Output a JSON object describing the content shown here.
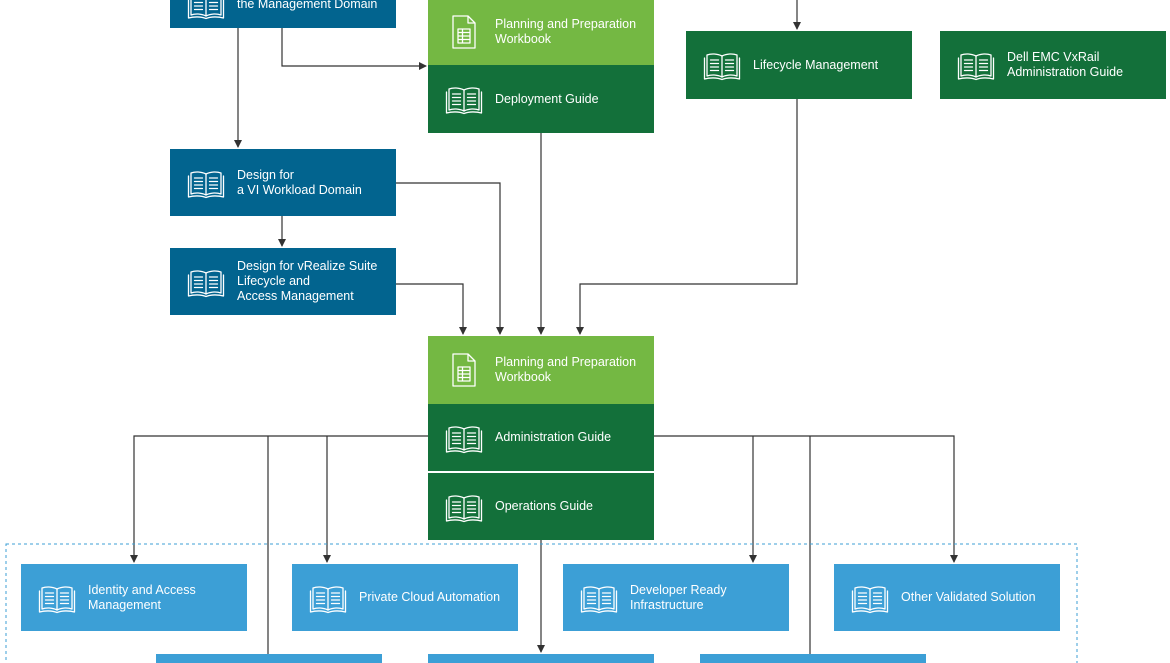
{
  "nodes": {
    "design_management_domain": {
      "label": "the Management Domain",
      "icon": "book-icon",
      "color": "#02648f"
    },
    "planning_workbook_top": {
      "label": "Planning and Preparation\nWorkbook",
      "icon": "workbook-icon",
      "color": "#74b843"
    },
    "deployment_guide": {
      "label": "Deployment Guide",
      "icon": "book-icon",
      "color": "#13703a"
    },
    "lifecycle_management": {
      "label": "Lifecycle Management",
      "icon": "book-icon",
      "color": "#13703a"
    },
    "vxrail_admin_guide": {
      "label": "Dell EMC VxRail\nAdministration Guide",
      "icon": "book-icon",
      "color": "#13703a"
    },
    "design_vi_workload": {
      "label": "Design for\na VI Workload Domain",
      "icon": "book-icon",
      "color": "#02648f"
    },
    "design_vrealize": {
      "label": "Design for vRealize Suite\nLifecycle and\nAccess Management",
      "icon": "book-icon",
      "color": "#02648f"
    },
    "planning_workbook_mid": {
      "label": "Planning and Preparation\nWorkbook",
      "icon": "workbook-icon",
      "color": "#74b843"
    },
    "administration_guide": {
      "label": "Administration Guide",
      "icon": "book-icon",
      "color": "#13703a"
    },
    "operations_guide": {
      "label": "Operations Guide",
      "icon": "book-icon",
      "color": "#13703a"
    },
    "identity_access": {
      "label": "Identity and Access\nManagement",
      "icon": "book-icon",
      "color": "#3c9fd6"
    },
    "private_cloud": {
      "label": "Private Cloud Automation",
      "icon": "book-icon",
      "color": "#3c9fd6"
    },
    "developer_ready": {
      "label": "Developer Ready\nInfrastructure",
      "icon": "book-icon",
      "color": "#3c9fd6"
    },
    "other_validated": {
      "label": "Other Validated Solution",
      "icon": "book-icon",
      "color": "#3c9fd6"
    },
    "bottom_box_1": {
      "label": "",
      "icon": "",
      "color": "#3c9fd6"
    },
    "bottom_box_2": {
      "label": "",
      "icon": "",
      "color": "#3c9fd6"
    },
    "bottom_box_3": {
      "label": "",
      "icon": "",
      "color": "#3c9fd6"
    }
  },
  "colors": {
    "connector": "#333333",
    "dashed_border": "#3c9fd6"
  }
}
